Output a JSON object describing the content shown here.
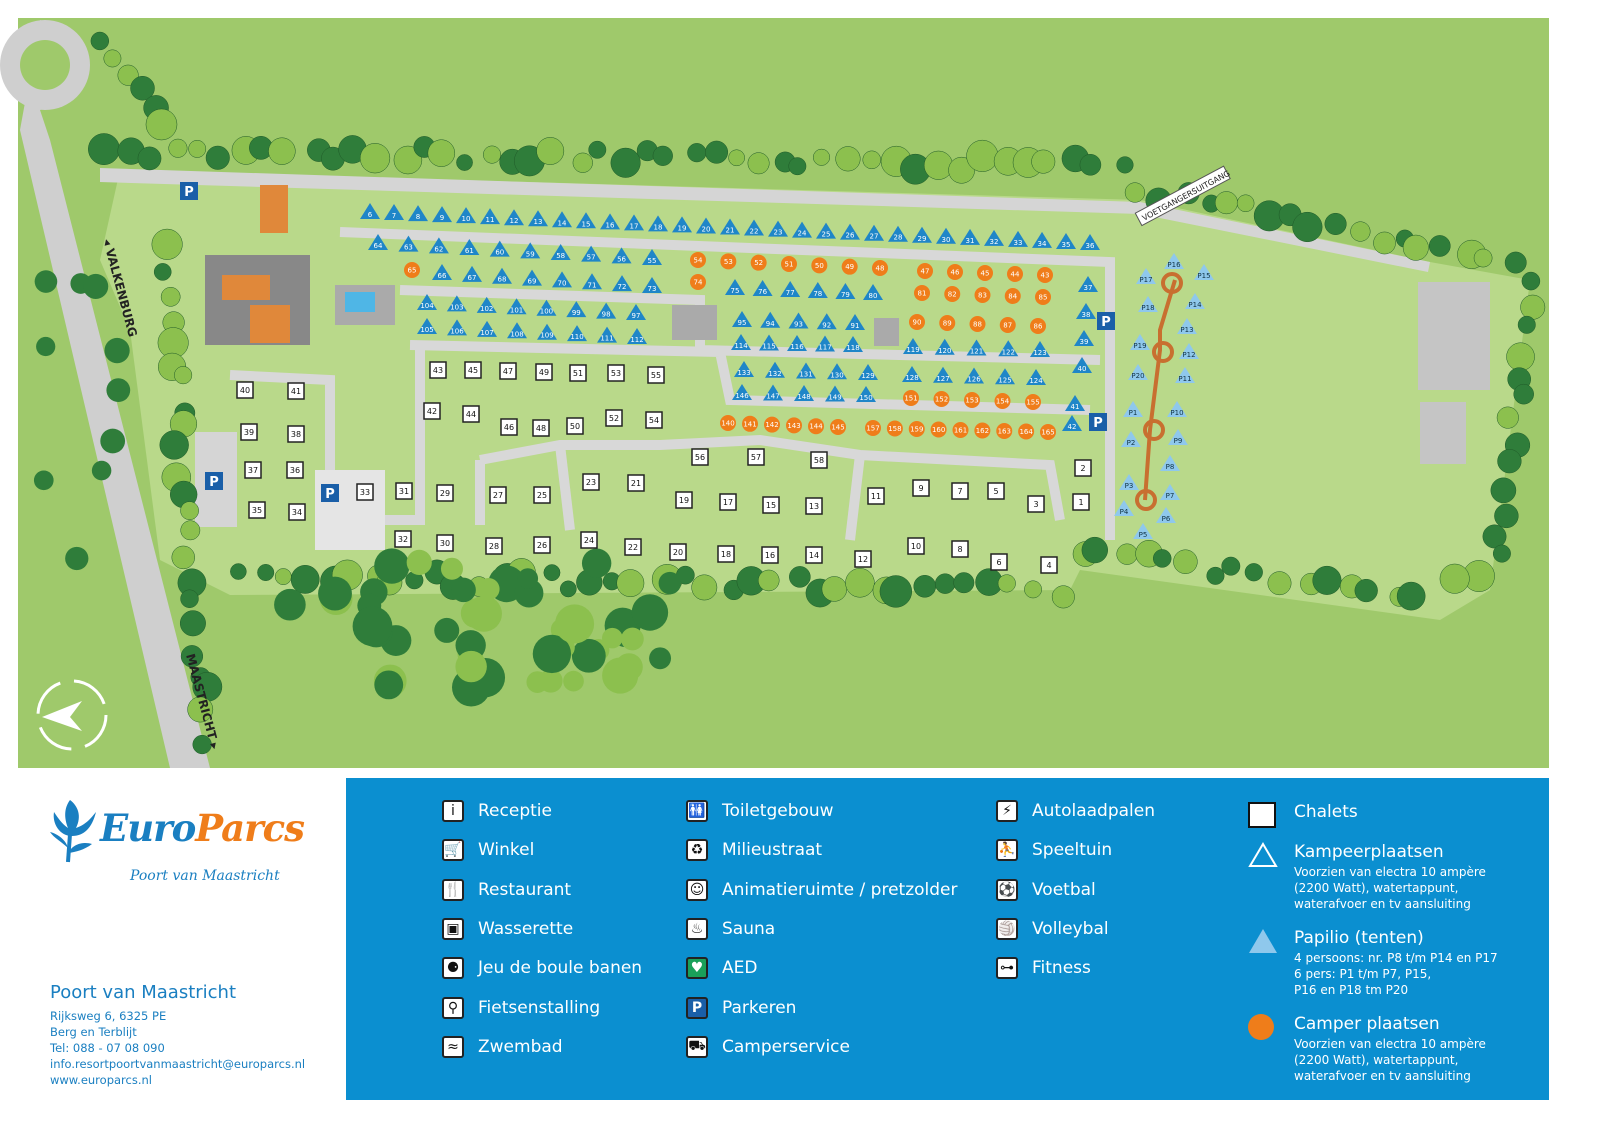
{
  "map": {
    "colors": {
      "grass": "#9fc96b",
      "park": "#b9d98a",
      "road": "#c9c9c9",
      "tent": "#1f86c8",
      "papilio": "#8fc8ec",
      "camper": "#ef7d1a",
      "chalet": "#ffffff",
      "tree_dark": "#2f7d3a",
      "tree_light": "#8cc04e"
    },
    "road_labels": {
      "valkenburg": "◂ VALKENBURG",
      "maastricht": "MAASTRICHT ▸",
      "pedestrian_exit": "VOETGANGERSUITGANG"
    },
    "parking_label": "P",
    "tent_rows": [
      [
        "6",
        "7",
        "8",
        "9",
        "10",
        "11",
        "12",
        "13",
        "14",
        "15",
        "16",
        "17",
        "18",
        "19",
        "20",
        "21",
        "22",
        "23",
        "24",
        "25",
        "26",
        "27",
        "28",
        "29",
        "30",
        "31",
        "32",
        "33",
        "34",
        "35",
        "36"
      ],
      [
        "64",
        "63",
        "62",
        "61",
        "60",
        "59",
        "58",
        "57",
        "56",
        "55"
      ],
      [
        "66",
        "67",
        "68",
        "69",
        "70",
        "71",
        "72",
        "73"
      ],
      [
        "75",
        "76",
        "77",
        "78",
        "79",
        "80"
      ],
      [
        "104",
        "103",
        "102",
        "101",
        "100",
        "99",
        "98",
        "97"
      ],
      [
        "95",
        "94",
        "93",
        "92",
        "91"
      ],
      [
        "105",
        "106",
        "107",
        "108",
        "109",
        "110",
        "111",
        "112"
      ],
      [
        "114",
        "115",
        "116",
        "117",
        "118"
      ],
      [
        "119",
        "120",
        "121",
        "122",
        "123"
      ],
      [
        "133",
        "132",
        "131",
        "130",
        "129"
      ],
      [
        "128",
        "127",
        "126",
        "125",
        "124"
      ],
      [
        "146",
        "147",
        "148",
        "149",
        "150"
      ],
      [
        "37",
        "38",
        "39",
        "40"
      ],
      [
        "41",
        "42"
      ]
    ],
    "camper_rows": [
      [
        "54",
        "53",
        "52",
        "51",
        "50",
        "49",
        "48"
      ],
      [
        "47",
        "46",
        "45",
        "44",
        "43"
      ],
      [
        "65"
      ],
      [
        "74"
      ],
      [
        "81",
        "82",
        "83",
        "84",
        "85"
      ],
      [
        "90",
        "89",
        "88",
        "87",
        "86"
      ],
      [
        "151",
        "152",
        "153",
        "154",
        "155"
      ],
      [
        "140",
        "141",
        "142",
        "143",
        "144",
        "145"
      ],
      [
        "157",
        "158",
        "159",
        "160",
        "161",
        "162",
        "163",
        "164",
        "165"
      ]
    ],
    "chalets": [
      "43",
      "45",
      "47",
      "49",
      "51",
      "53",
      "55",
      "42",
      "44",
      "46",
      "48",
      "50",
      "52",
      "54",
      "56",
      "57",
      "58",
      "40",
      "41",
      "39",
      "38",
      "37",
      "36",
      "35",
      "34",
      "33",
      "31",
      "29",
      "27",
      "25",
      "23",
      "21",
      "19",
      "17",
      "15",
      "13",
      "11",
      "9",
      "7",
      "5",
      "3",
      "2",
      "1",
      "32",
      "30",
      "28",
      "26",
      "24",
      "22",
      "20",
      "18",
      "16",
      "14",
      "12",
      "10",
      "8",
      "6",
      "4"
    ],
    "papilio": [
      "P16",
      "P17",
      "P15",
      "P14",
      "P18",
      "P13",
      "P19",
      "P12",
      "P20",
      "P11",
      "P1",
      "P10",
      "P2",
      "P9",
      "P8",
      "P3",
      "P7",
      "P4",
      "P6",
      "P5"
    ],
    "compass_icon": "compass-icon"
  },
  "brand": {
    "name_part1": "Euro",
    "name_part2": "Parcs",
    "subtitle": "Poort van Maastricht",
    "colors": {
      "blue": "#1a7fc1",
      "orange": "#ef7d1a"
    }
  },
  "address": {
    "title": "Poort van Maastricht",
    "lines": [
      "Rijksweg 6, 6325 PE",
      "Berg en Terblijt",
      "Tel: 088 - 07 08 090",
      "info.resortpoortvanmaastricht@europarcs.nl",
      "www.europarcs.nl"
    ]
  },
  "legend": {
    "background": "#0b8fd0",
    "facilities": [
      {
        "icon": "info-icon",
        "glyph": "i",
        "label": "Receptie"
      },
      {
        "icon": "cart-icon",
        "glyph": "🛒",
        "label": "Winkel"
      },
      {
        "icon": "cutlery-icon",
        "glyph": "🍴",
        "label": "Restaurant"
      },
      {
        "icon": "washing-machine-icon",
        "glyph": "▣",
        "label": "Wasserette"
      },
      {
        "icon": "boules-icon",
        "glyph": "⚈",
        "label": "Jeu de boule banen"
      },
      {
        "icon": "bicycle-icon",
        "glyph": "⚲",
        "label": "Fietsenstalling"
      },
      {
        "icon": "swimmer-icon",
        "glyph": "≈",
        "label": "Zwembad"
      },
      {
        "icon": "toilet-icon",
        "glyph": "🚻",
        "label": "Toiletgebouw"
      },
      {
        "icon": "recycle-icon",
        "glyph": "♻",
        "label": "Milieustraat"
      },
      {
        "icon": "animation-icon",
        "glyph": "☺",
        "label": "Animatieruimte / pretzolder"
      },
      {
        "icon": "sauna-icon",
        "glyph": "♨",
        "label": "Sauna"
      },
      {
        "icon": "aed-icon",
        "glyph": "♥",
        "label": "AED"
      },
      {
        "icon": "parking-icon",
        "glyph": "P",
        "label": "Parkeren"
      },
      {
        "icon": "camper-service-icon",
        "glyph": "⛟",
        "label": "Camperservice"
      },
      {
        "icon": "ev-charger-icon",
        "glyph": "⚡",
        "label": "Autolaadpalen"
      },
      {
        "icon": "playground-icon",
        "glyph": "⛹",
        "label": "Speeltuin"
      },
      {
        "icon": "football-icon",
        "glyph": "⚽",
        "label": "Voetbal"
      },
      {
        "icon": "volleyball-icon",
        "glyph": "🏐",
        "label": "Volleybal"
      },
      {
        "icon": "dumbbell-icon",
        "glyph": "⊶",
        "label": "Fitness"
      }
    ],
    "accommodation": [
      {
        "icon": "chalet-square-icon",
        "label": "Chalets",
        "desc": []
      },
      {
        "icon": "tent-outline-icon",
        "label": "Kampeerplaatsen",
        "desc": [
          "Voorzien van electra 10 ampère",
          "(2200 Watt), watertappunt,",
          "waterafvoer en tv aansluiting"
        ]
      },
      {
        "icon": "papilio-triangle-icon",
        "label": "Papilio (tenten)",
        "desc": [
          "4 persoons:  nr. P8 t/m P14 en P17",
          "6 pers: P1 t/m P7, P15,",
          "P16 en P18 tm P20"
        ]
      },
      {
        "icon": "camper-dot-icon",
        "label": "Camper plaatsen",
        "desc": [
          "Voorzien van electra 10 ampère",
          "(2200 Watt), watertappunt,",
          "waterafvoer en tv aansluiting"
        ]
      }
    ]
  }
}
